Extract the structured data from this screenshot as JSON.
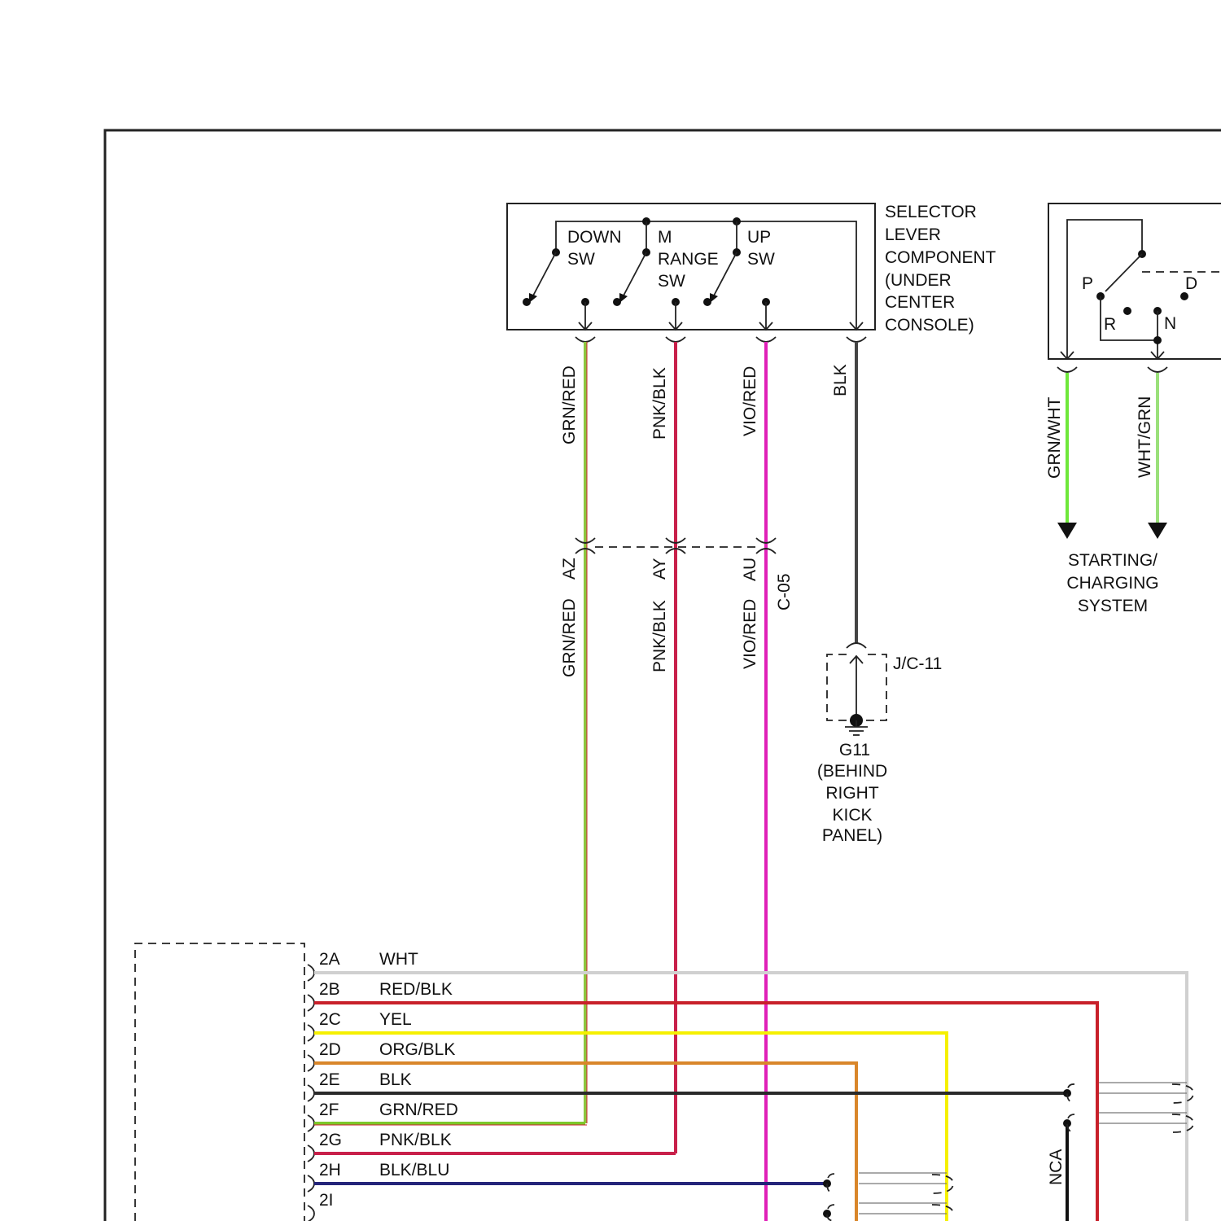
{
  "selector": {
    "title_lines": [
      "SELECTOR",
      "LEVER",
      "COMPONENT",
      "(UNDER",
      "CENTER",
      "CONSOLE)"
    ],
    "down_sw": [
      "DOWN",
      "SW"
    ],
    "m_range_sw": [
      "M",
      "RANGE",
      "SW"
    ],
    "up_sw": [
      "UP",
      "SW"
    ]
  },
  "wires": {
    "grn_red": "GRN/RED",
    "pnk_blk": "PNK/BLK",
    "vio_red": "VIO/RED",
    "blk": "BLK",
    "grn_wht": "GRN/WHT",
    "wht_grn": "WHT/GRN"
  },
  "connector_c05": {
    "name": "C-05",
    "pins": [
      "AZ",
      "AY",
      "AU"
    ]
  },
  "junction": {
    "name": "J/C-11"
  },
  "ground": {
    "lines": [
      "G11",
      "(BEHIND",
      "RIGHT",
      "KICK",
      "PANEL)"
    ]
  },
  "park_neutral": {
    "positions": [
      "P",
      "D",
      "R",
      "N"
    ]
  },
  "starting_system": {
    "lines": [
      "STARTING/",
      "CHARGING",
      "SYSTEM"
    ]
  },
  "nca_label": "NCA",
  "module_pins": [
    {
      "pin": "2A",
      "wire": "WHT",
      "color": "#d0d0d0"
    },
    {
      "pin": "2B",
      "wire": "RED/BLK",
      "color": "#c8202a"
    },
    {
      "pin": "2C",
      "wire": "YEL",
      "color": "#f5f000"
    },
    {
      "pin": "2D",
      "wire": "ORG/BLK",
      "color": "#d9862a"
    },
    {
      "pin": "2E",
      "wire": "BLK",
      "color": "#2a2a2a"
    },
    {
      "pin": "2F",
      "wire": "GRN/RED",
      "color": "#7cc82a"
    },
    {
      "pin": "2G",
      "wire": "PNK/BLK",
      "color": "#c8204a"
    },
    {
      "pin": "2H",
      "wire": "BLK/BLU",
      "color": "#24247a"
    },
    {
      "pin": "2I",
      "wire": "",
      "color": "#2a2a2a"
    }
  ],
  "colors": {
    "grn_red": "#8cc63e",
    "pnk_blk": "#c8204a",
    "vio_red": "#e020b8",
    "blk": "#444444",
    "grn_wht": "#6ee83a",
    "wht_grn": "#9ae07a"
  }
}
